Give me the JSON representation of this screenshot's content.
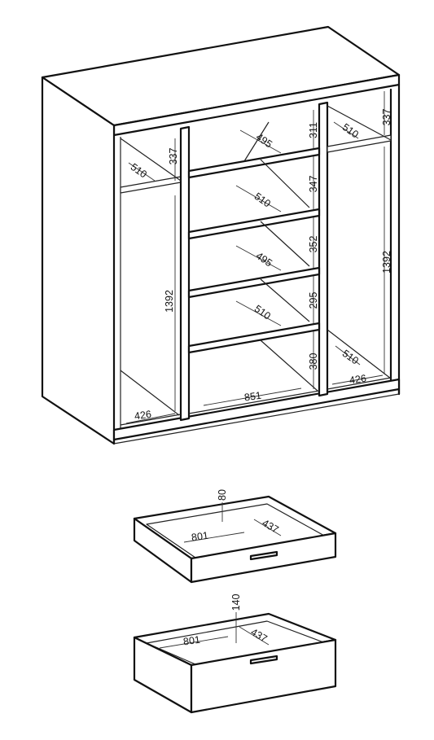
{
  "cabinet": {
    "top_left_depth": "510",
    "top_left_height": "337",
    "left_bottom_width": "426",
    "left_tall_height": "1392",
    "center_shelf_1_depth": "495",
    "center_shelf_1_gap": "311",
    "center_shelf_2_depth": "510",
    "center_shelf_2_gap": "347",
    "center_shelf_3_depth": "495",
    "center_shelf_3_gap": "352",
    "center_shelf_4_depth": "510",
    "center_shelf_4_gap": "295",
    "center_bottom_gap": "380",
    "center_bottom_width": "851",
    "right_top_depth": "510",
    "right_top_height": "337",
    "right_tall_height": "1392",
    "right_bottom_depth": "510",
    "right_bottom_width": "426"
  },
  "drawer_small": {
    "height": "80",
    "width": "801",
    "depth": "437"
  },
  "drawer_large": {
    "height": "140",
    "width": "801",
    "depth": "437"
  }
}
